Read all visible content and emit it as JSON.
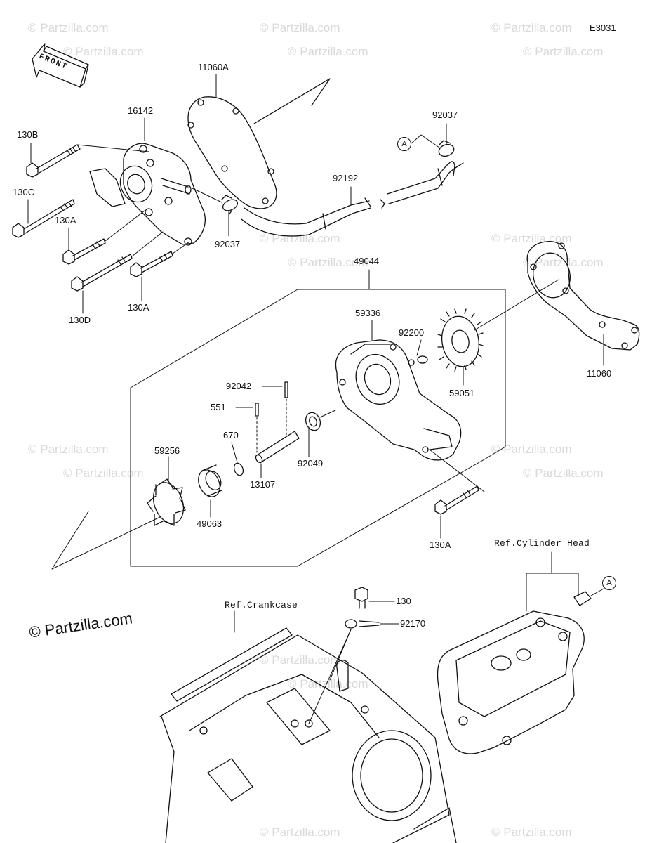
{
  "diagram_code": "E3031",
  "front_label": "FRONT",
  "watermark": "© Partzilla.com",
  "copyright": "© Partzilla.com",
  "callout_letter": "A",
  "references": {
    "cylinder_head": "Ref.Cylinder Head",
    "crankcase": "Ref.Crankcase"
  },
  "parts": {
    "p11060A": "11060A",
    "p16142": "16142",
    "p130B": "130B",
    "p130C": "130C",
    "p130A_top": "130A",
    "p130D": "130D",
    "p130A_mid": "130A",
    "p92037_left": "92037",
    "p92192": "92192",
    "p92037_right": "92037",
    "p49044": "49044",
    "p59336": "59336",
    "p92200": "92200",
    "p59051": "59051",
    "p11060": "11060",
    "p92042": "92042",
    "p551": "551",
    "p670": "670",
    "p59256": "59256",
    "p13107": "13107",
    "p92049": "92049",
    "p49063": "49063",
    "p130A_bottom": "130A",
    "p130": "130",
    "p92170": "92170"
  }
}
